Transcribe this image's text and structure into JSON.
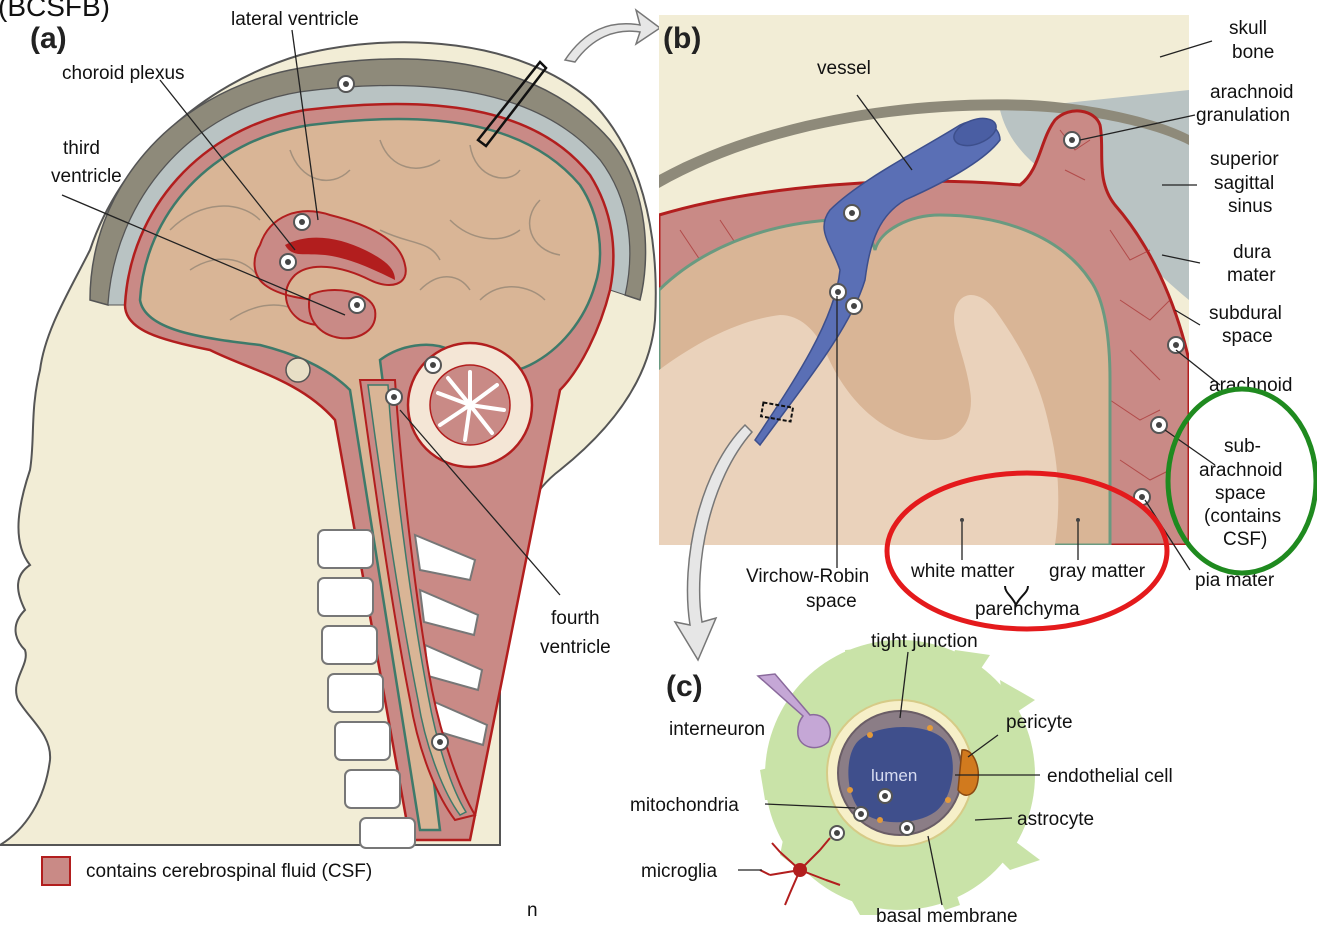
{
  "panel_a": {
    "cut_title": "(BCSFB)",
    "letter": "(a)",
    "labels": {
      "lateral_ventricle": "lateral ventricle",
      "choroid_plexus": "choroid plexus",
      "third_ventricle_1": "third",
      "third_ventricle_2": "ventricle",
      "fourth_ventricle_1": "fourth",
      "fourth_ventricle_2": "ventricle"
    },
    "legend_text": "contains cerebrospinal fluid (CSF)",
    "footer_char": "n"
  },
  "panel_b": {
    "letter": "(b)",
    "labels": {
      "vessel": "vessel",
      "skull_1": "skull",
      "skull_2": "bone",
      "arach_gran_1": "arachnoid",
      "arach_gran_2": "granulation",
      "sss_1": "superior",
      "sss_2": "sagittal",
      "sss_3": "sinus",
      "dura_1": "dura",
      "dura_2": "mater",
      "subdural_1": "subdural",
      "subdural_2": "space",
      "arachnoid": "arachnoid",
      "subarach_1": "sub-",
      "subarach_2": "arachnoid",
      "subarach_3": "space",
      "subarach_4": "(contains",
      "subarach_5": "CSF)",
      "virchow_1": "Virchow-Robin",
      "virchow_2": "space",
      "white_matter": "white matter",
      "gray_matter": "gray matter",
      "parenchyma": "parenchyma",
      "pia_mater": "pia mater"
    }
  },
  "panel_c": {
    "letter": "(c)",
    "labels": {
      "tight_junction": "tight junction",
      "interneuron": "interneuron",
      "pericyte": "pericyte",
      "lumen": "lumen",
      "endothelial_cell": "endothelial cell",
      "mitochondria": "mitochondria",
      "astrocyte": "astrocyte",
      "microglia": "microglia",
      "basal_membrane": "basal membrane"
    }
  },
  "annotations": {
    "red_ellipse_color": "#e41a1c",
    "green_ellipse_color": "#1f8a1f"
  },
  "colors": {
    "brain_tissue": "#d9b596",
    "csf": "#c98a86",
    "csf_dark": "#b21e1e",
    "skin": "#f2edd6",
    "bone": "#8e8a7a",
    "vessel": "#5a6fb5",
    "astrocyte": "#c9e3a8"
  }
}
